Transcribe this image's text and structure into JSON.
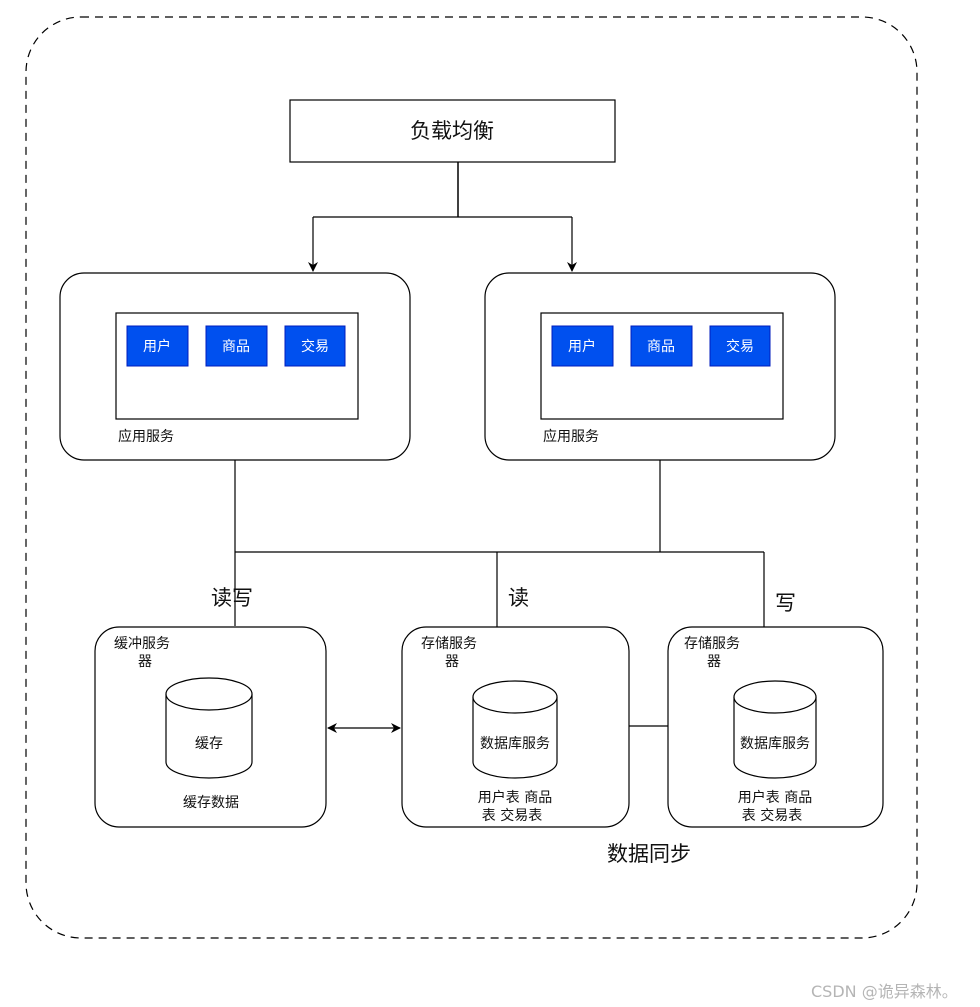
{
  "load_balancer": {
    "label": "负载均衡"
  },
  "app_services": [
    {
      "modules": [
        "用户",
        "商品",
        "交易"
      ],
      "label": "应用服务"
    },
    {
      "modules": [
        "用户",
        "商品",
        "交易"
      ],
      "label": "应用服务"
    }
  ],
  "connection_labels": {
    "read_write": "读写",
    "read": "读",
    "write": "写",
    "data_sync": "数据同步"
  },
  "cache_server": {
    "title_line1": "缓冲服务",
    "title_line2": "器",
    "db_label": "缓存",
    "caption": "缓存数据"
  },
  "storage_servers": [
    {
      "title_line1": "存储服务",
      "title_line2": "器",
      "db_label": "数据库服务",
      "caption_line1": "用户表 商品",
      "caption_line2": "表 交易表"
    },
    {
      "title_line1": "存储服务",
      "title_line2": "器",
      "db_label": "数据库服务",
      "caption_line1": "用户表 商品",
      "caption_line2": "表 交易表"
    }
  ],
  "watermark": "CSDN @诡异森林。",
  "colors": {
    "module_fill": "#0050ef",
    "module_stroke": "#001dbc",
    "line": "#000000",
    "watermark": "#b5b5b5"
  }
}
